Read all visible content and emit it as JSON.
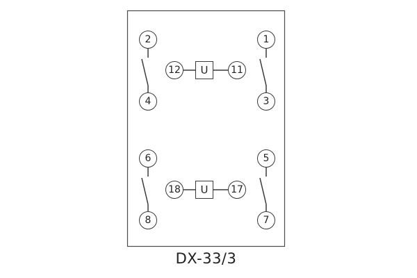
{
  "diagram": {
    "title": "DX-33/3",
    "unit_label": "U",
    "terminals": {
      "t1": "1",
      "t2": "2",
      "t3": "3",
      "t4": "4",
      "t5": "5",
      "t6": "6",
      "t7": "7",
      "t8": "8",
      "t11": "11",
      "t12": "12",
      "t17": "17",
      "t18": "18"
    },
    "colors": {
      "line": "#3a3a3a",
      "background": "#ffffff",
      "text": "#222222"
    }
  }
}
